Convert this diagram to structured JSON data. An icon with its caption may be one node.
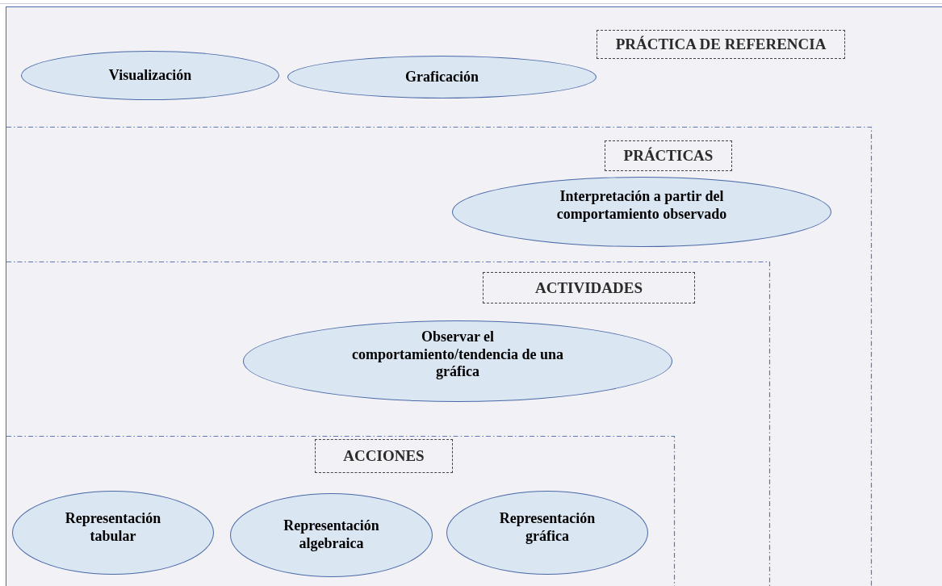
{
  "diagram": {
    "nodes": [
      {
        "text": [
          "PRÁCTICA DE REFERENCIA"
        ]
      },
      {
        "text": [
          "Visualización"
        ],
        "in": 0
      },
      {
        "text": [
          "Graficación"
        ],
        "in": 0
      },
      {
        "text": [
          "PRÁCTICAS"
        ],
        "in": 0
      },
      {
        "text": [
          "Interpretación a partir del comportamiento observado"
        ],
        "in": 3
      },
      {
        "text": [
          "ACTIVIDADES"
        ],
        "in": 3
      },
      {
        "text": [
          "Observar el comportamiento/tendencia de una gráfica"
        ],
        "in": 5
      },
      {
        "text": [
          "ACCIONES"
        ],
        "in": 5
      },
      {
        "text": [
          "Representación tabular"
        ],
        "in": 7
      },
      {
        "text": [
          "Representación algebraica"
        ],
        "in": 7
      },
      {
        "text": [
          "Representación gráfica"
        ],
        "in": 7
      }
    ]
  }
}
